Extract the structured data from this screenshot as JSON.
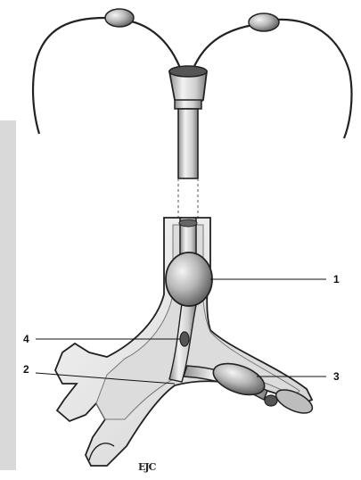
{
  "diagram": {
    "callouts": [
      {
        "id": "1",
        "label": "1"
      },
      {
        "id": "2",
        "label": "2"
      },
      {
        "id": "3",
        "label": "3"
      },
      {
        "id": "4",
        "label": "4"
      }
    ],
    "signature": "EJC"
  },
  "colors": {
    "outline": "#1e1e1e",
    "tube_fill": "#e9e9e9",
    "tube_shade": "#9a9a9a",
    "balloon_fill": "#bdbdbd",
    "panel": "#d9d9d9"
  }
}
